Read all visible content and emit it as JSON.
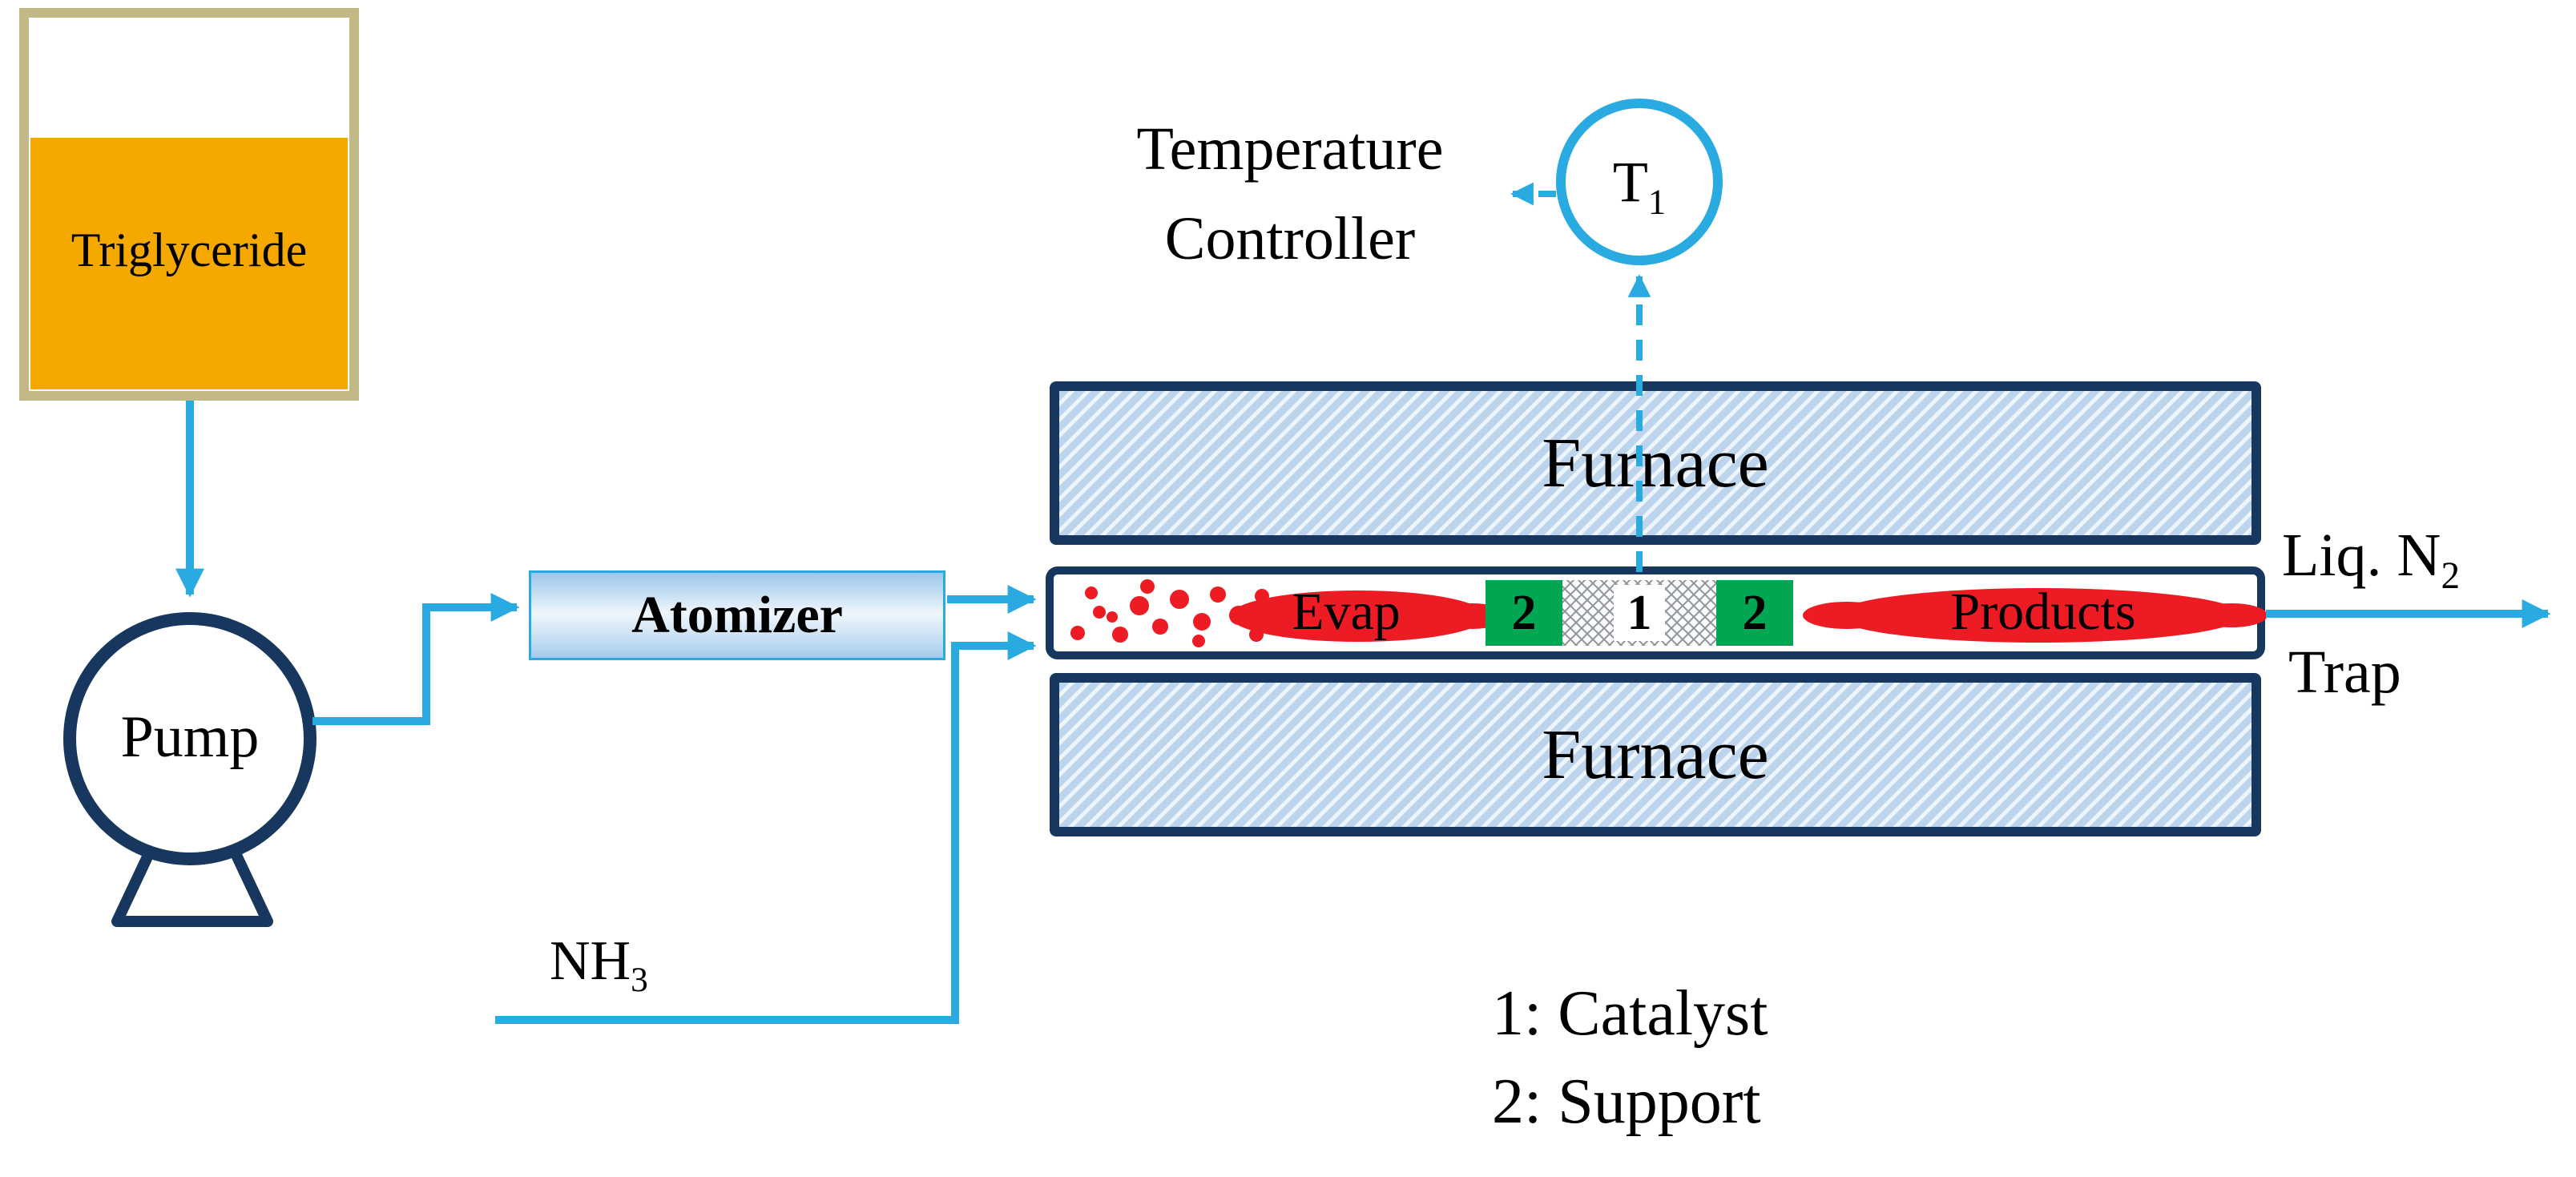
{
  "labels": {
    "triglyceride": "Triglyceride",
    "pump": "Pump",
    "atomizer": "Atomizer",
    "furnace": "Furnace",
    "evap": "Evap",
    "products": "Products",
    "support_left": "2",
    "catalyst": "1",
    "support_right": "2",
    "nh3": {
      "base": "NH",
      "sub": "3"
    },
    "temp_controller": {
      "line1": "Temperature",
      "line2": "Controller"
    },
    "t1": {
      "base": "T",
      "sub": "1"
    },
    "liq_n2": {
      "base": "Liq. N",
      "sub": "2"
    },
    "trap": "Trap",
    "legend": {
      "item1": "1: Catalyst",
      "item2": "2: Support"
    }
  },
  "colors": {
    "arrow_cyan": "#29ABE2",
    "outline_navy": "#17375E",
    "triglyceride_orange": "#F5A800",
    "container_tan": "#C2B986",
    "support_green": "#00A651",
    "droplet_red": "#ED1C24",
    "furnace_fill_blue": "#BCD4EC"
  }
}
